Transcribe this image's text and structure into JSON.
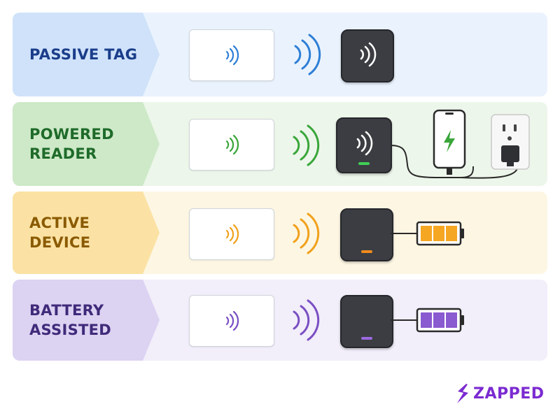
{
  "rows": [
    {
      "id": "passive",
      "label_lines": [
        "PASSIVE TAG"
      ],
      "label_color": "#1a3d8a",
      "tab_color": "#cfe2fa",
      "bg_color": "#eaf3fd",
      "wave_color": "#2f7fd6",
      "led_color": null,
      "accessory": null
    },
    {
      "id": "powered",
      "label_lines": [
        "POWERED",
        "READER"
      ],
      "label_color": "#1f6b2a",
      "tab_color": "#cde9c8",
      "bg_color": "#edf6ea",
      "wave_color": "#3aa63a",
      "led_color": "#3fcf55",
      "accessory": "phone-and-outlet"
    },
    {
      "id": "active",
      "label_lines": [
        "ACTIVE",
        "DEVICE"
      ],
      "label_color": "#8a5a00",
      "tab_color": "#fbe2a4",
      "bg_color": "#fdf6e3",
      "wave_color": "#f0a11c",
      "led_color": "#f08a1c",
      "accessory": "battery",
      "battery_color": "#f5a623"
    },
    {
      "id": "battery",
      "label_lines": [
        "BATTERY",
        "ASSISTED"
      ],
      "label_color": "#3f2a7a",
      "tab_color": "#dcd2f2",
      "bg_color": "#f2eefa",
      "wave_color": "#7a4fc2",
      "led_color": "#9b6ae0",
      "accessory": "battery",
      "battery_color": "#8a5ad0"
    }
  ],
  "brand": {
    "name": "ZAPPED",
    "color": "#7b2bd1",
    "icon": "lightning-s-icon"
  }
}
